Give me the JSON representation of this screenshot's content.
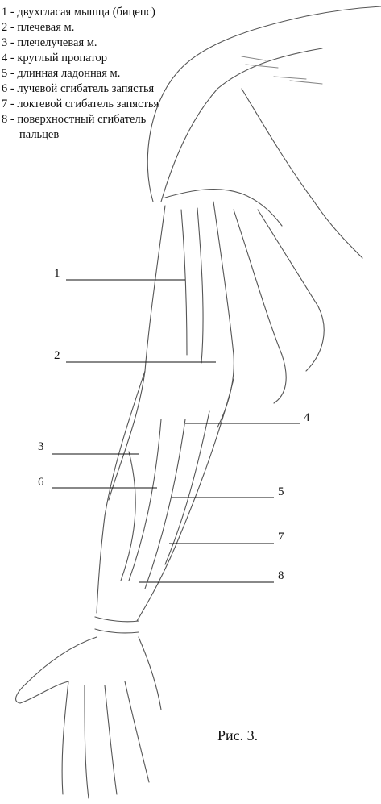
{
  "legend": [
    {
      "num": "1",
      "text": "двухгласая мышца (бицепс)"
    },
    {
      "num": "2",
      "text": "плечевая м."
    },
    {
      "num": "3",
      "text": "плечелучевая м."
    },
    {
      "num": "4",
      "text": "круглый пропатор"
    },
    {
      "num": "5",
      "text": "длинная ладонная м."
    },
    {
      "num": "6",
      "text": "лучевой сгибатель запястья"
    },
    {
      "num": "7",
      "text": "локтевой сгибатель запястья"
    },
    {
      "num": "8",
      "text": "поверхностный сгибатель пальцев"
    }
  ],
  "callouts": [
    "1",
    "2",
    "3",
    "6",
    "4",
    "5",
    "7",
    "8"
  ],
  "caption": "Рис. 3."
}
